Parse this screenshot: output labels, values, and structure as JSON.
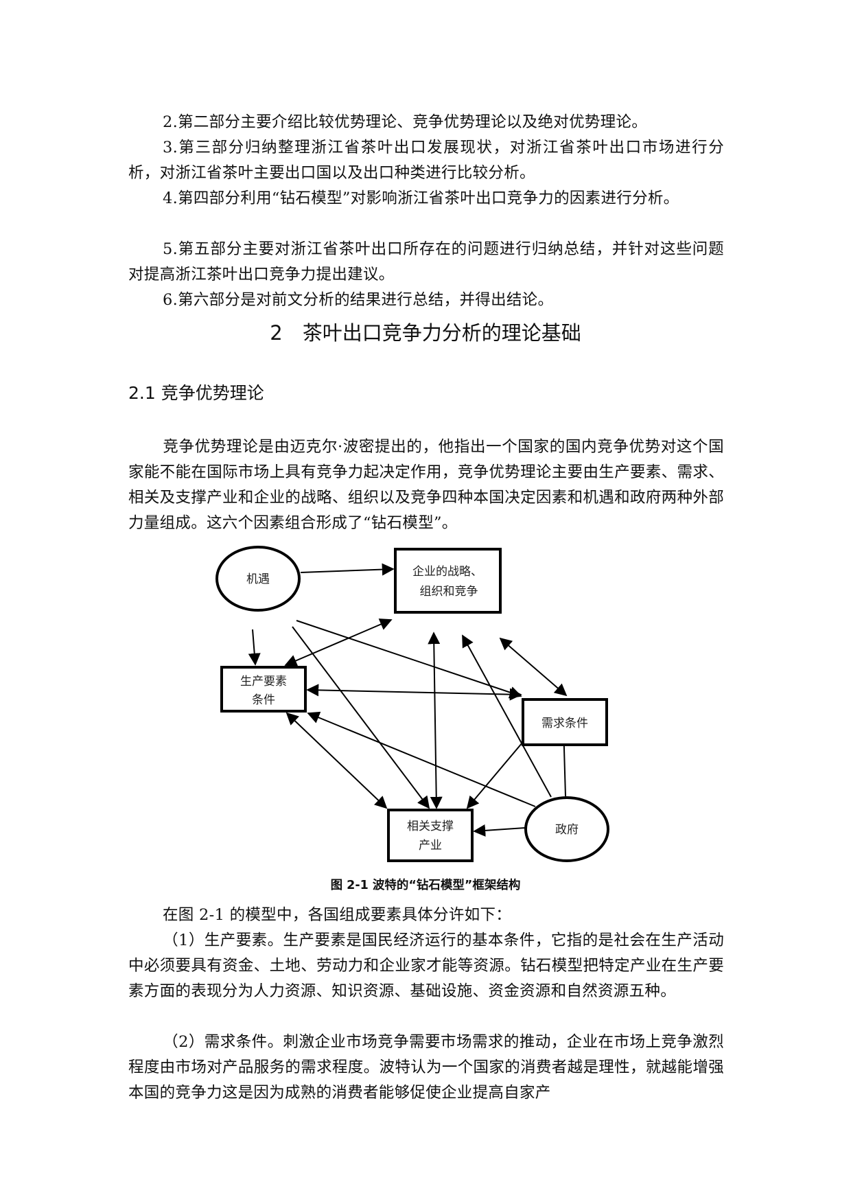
{
  "paragraphs_intro": [
    "2.第二部分主要介绍比较优势理论、竞争优势理论以及绝对优势理论。",
    "3.第三部分归纳整理浙江省茶叶出口发展现状，对浙江省茶叶出口市场进行分析，对浙江省茶叶主要出口国以及出口种类进行比较分析。",
    "4.第四部分利用“钻石模型”对影响浙江省茶叶出口竞争力的因素进行分析。",
    "5.第五部分主要对浙江省茶叶出口所存在的问题进行归纳总结，并针对这些问题对提高浙江茶叶出口竞争力提出建议。",
    "6.第六部分是对前文分析的结果进行总结，并得出结论。"
  ],
  "chapter_heading": "2　茶叶出口竞争力分析的理论基础",
  "section_heading": "2.1 竞争优势理论",
  "theory_paragraph": "竞争优势理论是由迈克尔·波密提出的，他指出一个国家的国内竞争优势对这个国家能不能在国际市场上具有竞争力起决定作用，竞争优势理论主要由生产要素、需求、相关及支撑产业和企业的战略、组织以及竞争四种本国决定因素和机遇和政府两种外部力量组成。这六个因素组合形成了“钻石模型”。",
  "diagram": {
    "nodes": {
      "opportunity": "机遇",
      "strategy_line1": "企业的战略、",
      "strategy_line2": "组织和竞争",
      "factor_line1": "生产要素",
      "factor_line2": "条件",
      "demand": "需求条件",
      "related_line1": "相关支撑",
      "related_line2": "产业",
      "government": "政府"
    }
  },
  "figure_caption": "图 2-1 波特的“钻石模型”框架结构",
  "analysis_paragraphs": [
    "在图 2-1 的模型中，各国组成要素具体分许如下：",
    "（1）生产要素。生产要素是国民经济运行的基本条件，它指的是社会在生产活动中必须要具有资金、土地、劳动力和企业家才能等资源。钻石模型把特定产业在生产要素方面的表现分为人力资源、知识资源、基础设施、资金资源和自然资源五种。",
    "（2）需求条件。刺激企业市场竞争需要市场需求的推动，企业在市场上竞争激烈程度由市场对产品服务的需求程度。波特认为一个国家的消费者越是理性，就越能增强本国的竞争力这是因为成熟的消费者能够促使企业提高自家产"
  ]
}
